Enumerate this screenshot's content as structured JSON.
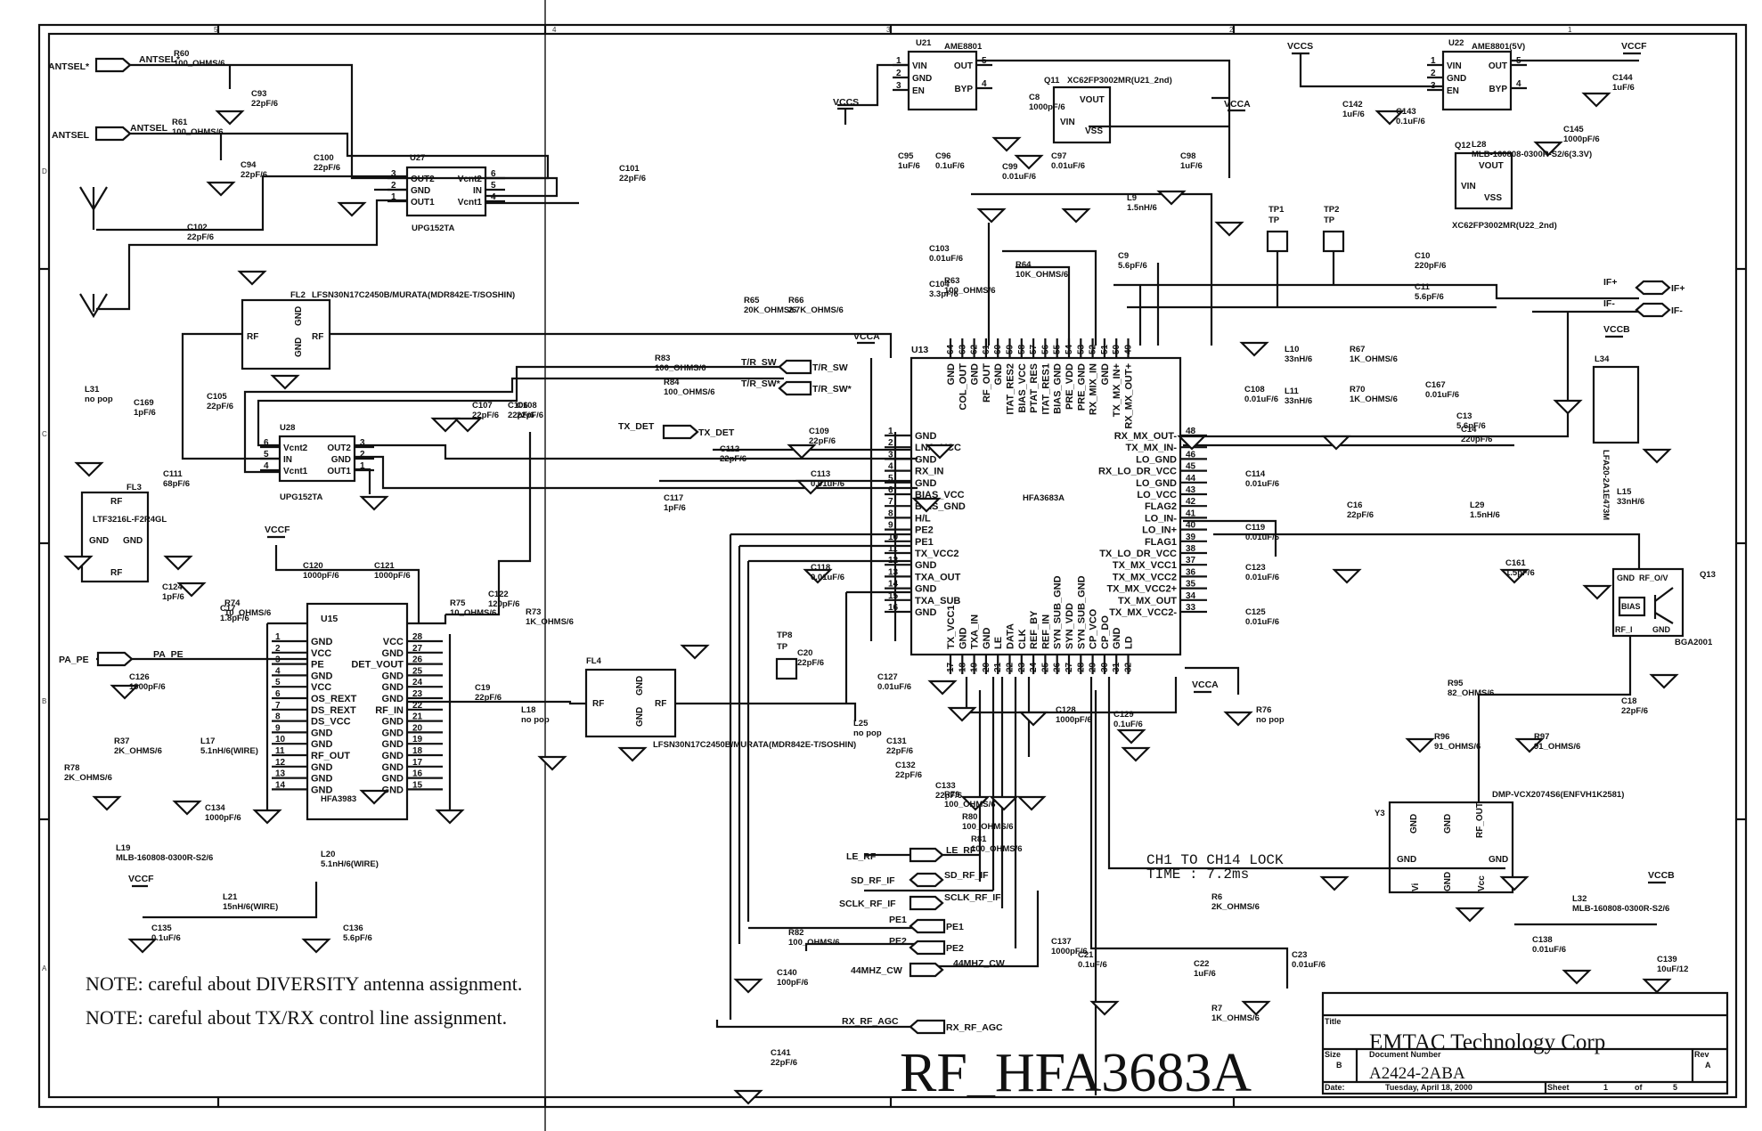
{
  "sheet": {
    "title": "RF_HFA3683A",
    "company": "EMTAC Technology Corp",
    "title_label": "Title",
    "size_label": "Size",
    "size": "B",
    "document_number_label": "Document Number",
    "document_number": "A2424-2ABA",
    "rev_label": "Rev",
    "rev": "A",
    "date_label": "Date:",
    "date": "Tuesday, April 18, 2000",
    "sheet_label": "Sheet",
    "sheet_num": "1",
    "of_label": "of",
    "sheet_total": "5",
    "zones_top": [
      "5",
      "4",
      "3",
      "2",
      "1"
    ],
    "zones_side": [
      "D",
      "C",
      "B",
      "A"
    ]
  },
  "notes": [
    "NOTE: careful about  DIVERSITY  antenna assignment.",
    "NOTE:  careful about  TX/RX  control line assignment."
  ],
  "lock_note": [
    "CH1 TO CH14 LOCK",
    "TIME : 7.2ms"
  ],
  "ports": {
    "antsel_n": "ANTSEL*",
    "antsel": "ANTSEL",
    "pa_pe": "PA_PE",
    "tx_det": "TX_DET",
    "tr_sw": "T/R_SW",
    "tr_sw_n": "T/R_SW*",
    "if_p": "IF+",
    "if_n": "IF-",
    "le_rf": "LE_RF",
    "sd_rf_if": "SD_RF_IF",
    "sclk_rf_if": "SCLK_RF_IF",
    "pe1": "PE1",
    "pe2": "PE2",
    "clk44": "44MHZ_CW",
    "rx_rf_agc": "RX_RF_AGC"
  },
  "power": {
    "vccs": "VCCS",
    "vcca": "VCCA",
    "vccf": "VCCF",
    "vccb": "VCCB"
  },
  "u13": {
    "ref": "U13",
    "part": "HFA3683A",
    "left_pins": [
      {
        "n": "1",
        "name": "GND"
      },
      {
        "n": "2",
        "name": "LNA_VCC"
      },
      {
        "n": "3",
        "name": "GND"
      },
      {
        "n": "4",
        "name": "RX_IN"
      },
      {
        "n": "5",
        "name": "GND"
      },
      {
        "n": "6",
        "name": "BIAS_VCC"
      },
      {
        "n": "7",
        "name": "BIAS_GND"
      },
      {
        "n": "8",
        "name": "H/L"
      },
      {
        "n": "9",
        "name": "PE2"
      },
      {
        "n": "10",
        "name": "PE1"
      },
      {
        "n": "11",
        "name": "TX_VCC2"
      },
      {
        "n": "12",
        "name": "GND"
      },
      {
        "n": "13",
        "name": "TXA_OUT"
      },
      {
        "n": "14",
        "name": "GND"
      },
      {
        "n": "15",
        "name": "TXA_SUB"
      },
      {
        "n": "16",
        "name": "GND"
      }
    ],
    "right_pins": [
      {
        "n": "48",
        "name": "RX_MX_OUT-"
      },
      {
        "n": "47",
        "name": "TX_MX_IN-"
      },
      {
        "n": "46",
        "name": "LO_GND"
      },
      {
        "n": "45",
        "name": "RX_LO_DR_VCC"
      },
      {
        "n": "44",
        "name": "LO_GND"
      },
      {
        "n": "43",
        "name": "LO_VCC"
      },
      {
        "n": "42",
        "name": "FLAG2"
      },
      {
        "n": "41",
        "name": "LO_IN-"
      },
      {
        "n": "40",
        "name": "LO_IN+"
      },
      {
        "n": "39",
        "name": "FLAG1"
      },
      {
        "n": "38",
        "name": "TX_LO_DR_VCC"
      },
      {
        "n": "37",
        "name": "TX_MX_VCC1"
      },
      {
        "n": "36",
        "name": "TX_MX_VCC2"
      },
      {
        "n": "35",
        "name": "TX_MX_VCC2+"
      },
      {
        "n": "34",
        "name": "TX_MX_OUT"
      },
      {
        "n": "33",
        "name": "TX_MX_VCC2-"
      }
    ],
    "top_pins": [
      {
        "n": "64",
        "name": "GND"
      },
      {
        "n": "63",
        "name": "COL_OUT"
      },
      {
        "n": "62",
        "name": "GND"
      },
      {
        "n": "61",
        "name": "RF_OUT"
      },
      {
        "n": "60",
        "name": "GND"
      },
      {
        "n": "59",
        "name": "ITAT_RES2"
      },
      {
        "n": "58",
        "name": "BIAS_VCC"
      },
      {
        "n": "57",
        "name": "PTAT_RES"
      },
      {
        "n": "56",
        "name": "ITAT_RES1"
      },
      {
        "n": "55",
        "name": "BIAS_GND"
      },
      {
        "n": "54",
        "name": "PRE_VDD"
      },
      {
        "n": "53",
        "name": "PRE_GND"
      },
      {
        "n": "52",
        "name": "RX_MIX_IN"
      },
      {
        "n": "51",
        "name": "GND"
      },
      {
        "n": "50",
        "name": "TX_MX_IN+"
      },
      {
        "n": "49",
        "name": "RX_MX_OUT+"
      }
    ],
    "bottom_pins": [
      {
        "n": "17",
        "name": "TX_VCC1"
      },
      {
        "n": "18",
        "name": "GND"
      },
      {
        "n": "19",
        "name": "TXA_IN"
      },
      {
        "n": "20",
        "name": "GND"
      },
      {
        "n": "21",
        "name": "LE"
      },
      {
        "n": "22",
        "name": "DATA"
      },
      {
        "n": "23",
        "name": "CLK"
      },
      {
        "n": "24",
        "name": "REF_BY"
      },
      {
        "n": "25",
        "name": "REF_IN"
      },
      {
        "n": "26",
        "name": "SYN_SUB_GND"
      },
      {
        "n": "27",
        "name": "SYN_VDD"
      },
      {
        "n": "28",
        "name": "SYN_SUB_GND"
      },
      {
        "n": "29",
        "name": "CP_VCO"
      },
      {
        "n": "30",
        "name": "CP_DO"
      },
      {
        "n": "31",
        "name": "GND"
      },
      {
        "n": "32",
        "name": "LD"
      }
    ]
  },
  "u15": {
    "ref": "U15",
    "part": "HFA3983",
    "left_pins": [
      {
        "n": "1",
        "name": "GND"
      },
      {
        "n": "2",
        "name": "VCC"
      },
      {
        "n": "3",
        "name": "PE"
      },
      {
        "n": "4",
        "name": "GND"
      },
      {
        "n": "5",
        "name": "VCC"
      },
      {
        "n": "6",
        "name": "OS_REXT"
      },
      {
        "n": "7",
        "name": "DS_REXT"
      },
      {
        "n": "8",
        "name": "DS_VCC"
      },
      {
        "n": "9",
        "name": "GND"
      },
      {
        "n": "10",
        "name": "GND"
      },
      {
        "n": "11",
        "name": "RF_OUT"
      },
      {
        "n": "12",
        "name": "GND"
      },
      {
        "n": "13",
        "name": "GND"
      },
      {
        "n": "14",
        "name": "GND"
      }
    ],
    "right_pins": [
      {
        "n": "28",
        "name": "VCC"
      },
      {
        "n": "27",
        "name": "GND"
      },
      {
        "n": "26",
        "name": "DET_VOUT"
      },
      {
        "n": "25",
        "name": "GND"
      },
      {
        "n": "24",
        "name": "GND"
      },
      {
        "n": "23",
        "name": "GND"
      },
      {
        "n": "22",
        "name": "RF_IN"
      },
      {
        "n": "21",
        "name": "GND"
      },
      {
        "n": "20",
        "name": "GND"
      },
      {
        "n": "19",
        "name": "GND"
      },
      {
        "n": "18",
        "name": "GND"
      },
      {
        "n": "17",
        "name": "GND"
      },
      {
        "n": "16",
        "name": "GND"
      },
      {
        "n": "15",
        "name": "GND"
      }
    ]
  },
  "u27": {
    "ref": "U27",
    "part": "UPG152TA",
    "left_pins": [
      {
        "n": "3",
        "name": "OUT2"
      },
      {
        "n": "2",
        "name": "GND"
      },
      {
        "n": "1",
        "name": "OUT1"
      }
    ],
    "right_pins": [
      {
        "n": "6",
        "name": "Vcnt2"
      },
      {
        "n": "5",
        "name": "IN"
      },
      {
        "n": "4",
        "name": "Vcnt1"
      }
    ]
  },
  "u28": {
    "ref": "U28",
    "part": "UPG152TA",
    "left_pins": [
      {
        "n": "6",
        "name": "Vcnt2"
      },
      {
        "n": "5",
        "name": "IN"
      },
      {
        "n": "4",
        "name": "Vcnt1"
      }
    ],
    "right_pins": [
      {
        "n": "3",
        "name": "OUT2"
      },
      {
        "n": "2",
        "name": "GND"
      },
      {
        "n": "1",
        "name": "OUT1"
      }
    ]
  },
  "u21": {
    "ref": "U21",
    "part": "AME8801",
    "left_pins": [
      {
        "n": "1",
        "name": "VIN"
      },
      {
        "n": "2",
        "name": "GND"
      },
      {
        "n": "3",
        "name": "EN"
      }
    ],
    "right_pins": [
      {
        "n": "5",
        "name": "OUT"
      },
      {
        "n": "4",
        "name": "BYP"
      }
    ]
  },
  "u22": {
    "ref": "U22",
    "part": "AME8801(5V)",
    "left_pins": [
      {
        "n": "1",
        "name": "VIN"
      },
      {
        "n": "2",
        "name": "GND"
      },
      {
        "n": "3",
        "name": "EN"
      }
    ],
    "right_pins": [
      {
        "n": "5",
        "name": "OUT"
      },
      {
        "n": "4",
        "name": "BYP"
      }
    ]
  },
  "q11": {
    "ref": "Q11",
    "part": "XC62FP3002MR(U21_2nd)",
    "pins": [
      "VOUT",
      "VIN",
      "VSS"
    ]
  },
  "q12": {
    "ref": "Q12",
    "part": "XC62FP3002MR(U22_2nd)",
    "pins": [
      "VOUT",
      "VIN",
      "VSS"
    ]
  },
  "q13": {
    "ref": "Q13",
    "part": "BGA2001",
    "pins": [
      "GND",
      "RF_O/V",
      "BIAS",
      "RF_I",
      "GND"
    ]
  },
  "y3": {
    "ref": "Y3",
    "part": "DMP-VCX2074S6(ENFVH1K2581)",
    "pins": [
      "GND",
      "GND",
      "RF_OUT",
      "GND",
      "GND",
      "Vi",
      "GND",
      "Vcc"
    ]
  },
  "fl2": {
    "ref": "FL2",
    "part": "LFSN30N17C2450B/MURATA(MDR842E-T/SOSHIN)",
    "pins": [
      "RF",
      "GND",
      "GND",
      "RF"
    ]
  },
  "fl4": {
    "ref": "FL4",
    "part": "LFSN30N17C2450B/MURATA(MDR842E-T/SOSHIN)",
    "pins": [
      "RF",
      "GND",
      "GND",
      "RF"
    ]
  },
  "fl3": {
    "ref": "FL3",
    "part": "LTF3216L-F2R4GL",
    "pins": [
      "RF",
      "GND",
      "GND",
      "RF"
    ]
  },
  "l34": {
    "ref": "L34",
    "part": "LFA20-2A1E473M"
  },
  "test_points": [
    {
      "ref": "TP1",
      "label": "TP"
    },
    {
      "ref": "TP2",
      "label": "TP"
    },
    {
      "ref": "TP8",
      "label": "TP"
    }
  ],
  "components": {
    "R60": "100_OHMS/6",
    "R61": "100_OHMS/6",
    "C93": "22pF/6",
    "C94": "22pF/6",
    "C100": "22pF/6",
    "C101": "22pF/6",
    "C102": "22pF/6",
    "C105": "22pF/6",
    "C106": "22pF/6",
    "C107": "22pF/6",
    "C108": "22pF/6",
    "C169": "1pF/6",
    "C111": "68pF/6",
    "L31": "no pop",
    "C124": "1pF/6",
    "C17": "1.8pF/6",
    "R74": "10_OHMS/6",
    "R75": "10_OHMS/6",
    "C120": "1000pF/6",
    "C121": "1000pF/6",
    "C122": "120pF/6",
    "R73": "1K_OHMS/6",
    "C126": "1000pF/6",
    "R37": "2K_OHMS/6",
    "R78": "2K_OHMS/6",
    "L17": "5.1nH/6(WIRE)",
    "C134": "1000pF/6",
    "L19": "MLB-160808-0300R-S2/6",
    "L21": "15nH/6(WIRE)",
    "L20": "5.1nH/6(WIRE)",
    "C135": "0.1uF/6",
    "C136": "5.6pF/6",
    "C19": "22pF/6",
    "L18": "no pop",
    "R83": "100_OHMS/6",
    "R84": "100_OHMS/6",
    "R65": "20K_OHMS/6",
    "R66": "2.7K_OHMS/6",
    "C109": "22pF/6",
    "C112": "22pF/6",
    "C117": "1pF/6",
    "C113": "0.01uF/6",
    "C118": "0.01uF/6",
    "C20": "22pF/6",
    "C127": "0.01uF/6",
    "L25": "no pop",
    "C131": "22pF/6",
    "C132": "22pF/6",
    "C133": "22pF/6",
    "R79": "100_OHMS/6",
    "R80": "100_OHMS/6",
    "R81": "100_OHMS/6",
    "C128": "1000pF/6",
    "C129": "0.1uF/6",
    "R76": "no pop",
    "R82": "100_OHMS/6",
    "C140": "100pF/6",
    "C141": "22pF/6",
    "C137": "1000pF/6",
    "C21": "0.1uF/6",
    "C22": "1uF/6",
    "C23": "0.01uF/6",
    "R6": "2K_OHMS/6",
    "R7": "1K_OHMS/6",
    "C95": "1uF/6",
    "C96": "0.1uF/6",
    "C8": "1000pF/6",
    "C98": "1uF/6",
    "C99": "0.01uF/6",
    "C97": "0.01uF/6",
    "L9": "1.5nH/6",
    "C9": "5.6pF/6",
    "C103": "0.01uF/6",
    "C104": "3.3pF/6",
    "R63": "100_OHMS/6",
    "R64": "10K_OHMS/6",
    "C142": "1uF/6",
    "C143": "0.1uF/6",
    "C144": "1uF/6",
    "C145": "1000pF/6",
    "L28": "MLB-160808-0300R-S2/6(3.3V)",
    "C10": "220pF/6",
    "C11": "5.6pF/6",
    "L10": "33nH/6",
    "L11": "33nH/6",
    "R67": "1K_OHMS/6",
    "R70": "1K_OHMS/6",
    "C108b": "0.01uF/6",
    "C167": "0.01uF/6",
    "C13": "5.6pF/6",
    "C14": "220pF/6",
    "L15": "33nH/6",
    "C114": "0.01uF/6",
    "C119": "0.01uF/6",
    "C123": "0.01uF/6",
    "C125": "0.01uF/6",
    "C16": "22pF/6",
    "L29": "1.5nH/6",
    "C161": "1.5pF/6",
    "C18": "22pF/6",
    "R95": "82_OHMS/6",
    "R96": "91_OHMS/6",
    "R97": "91_OHMS/6",
    "C138": "0.01uF/6",
    "C139": "10uF/12",
    "L32": "MLB-160808-0300R-S2/6"
  }
}
